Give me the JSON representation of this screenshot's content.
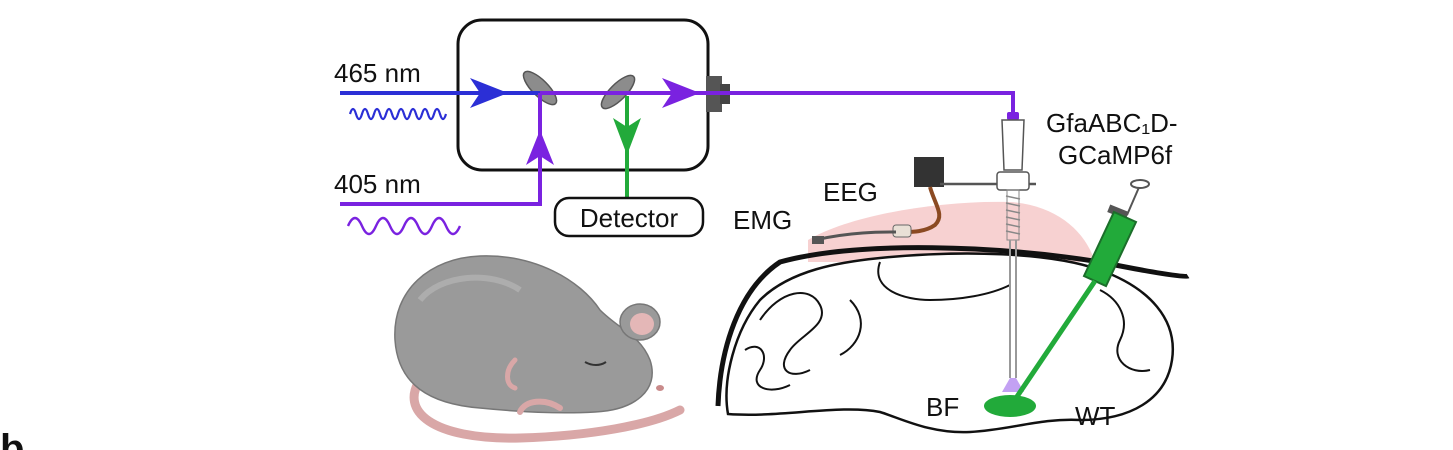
{
  "labels": {
    "laser_465": "465 nm",
    "laser_405": "405 nm",
    "detector": "Detector",
    "emg": "EMG",
    "eeg": "EEG",
    "virus_line1": "GfaABC₁D-",
    "virus_line2": "GCaMP6f",
    "region_bf": "BF",
    "genotype": "WT",
    "panel_letter": "b"
  },
  "colors": {
    "blue_465": "#2b2fd6",
    "violet_405": "#7a22e0",
    "green_signal": "#22aa3a",
    "mouse_body": "#9a9a9a",
    "mouse_tail": "#d9a7a7",
    "skin_pink": "#f6c9c9",
    "outline": "#111111"
  }
}
